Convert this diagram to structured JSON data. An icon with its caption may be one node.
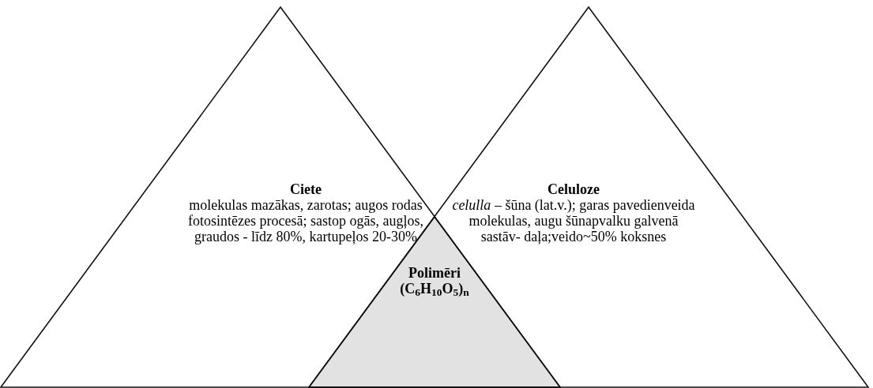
{
  "diagram": {
    "nodes": [
      {
        "text": [
          "Ciete",
          "molekulas mazākas, zarotas; augos rodas fotosintēzes procesā; sastop ogās, augļos, graudos - līdz 80%, kartupeļos 20-30%"
        ]
      },
      {
        "text": [
          "Celuloze",
          "*celulla* – šūna (lat.v.); garas pavedienveida molekulas, augu šūnapvalku galvenā sastāv- daļa;veido~50% koksnes"
        ]
      },
      {
        "text": [
          "Polimēri",
          "(C$_{6}$H$_{10}$O$_{5}$)$_{n}$"
        ]
      }
    ]
  }
}
